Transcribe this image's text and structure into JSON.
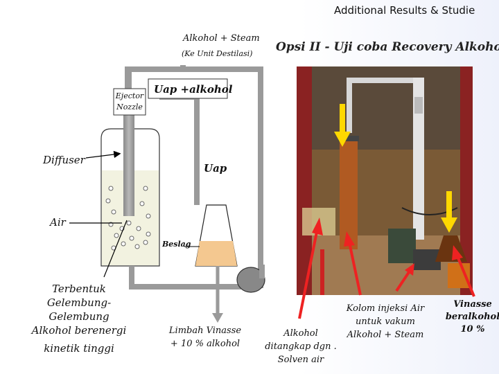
{
  "title": "Additional Results & Studie",
  "subtitle": "Opsi II -  Uji coba Recovery Alkohol",
  "labels": {
    "alkohol_steam": "Alkohol + Steam",
    "ke_unit": "(Ke Unit Destilasi)",
    "ejector_line1": "Ejector",
    "ejector_line2": "Nozzle",
    "uap_alkohol": "Uap +alkohol",
    "diffuser": "Diffuser",
    "uap": "Uap",
    "air": "Air",
    "beslag": "Beslag",
    "terbentuk": [
      "Terbentuk",
      "Gelembung-",
      "Gelembung",
      "Alkohol berenergi",
      "kinetik tinggi"
    ],
    "limbah": [
      "Limbah Vinasse",
      "+ 10 % alkohol"
    ],
    "alkohol_ditangkap": [
      "Alkohol",
      "ditangkap dgn .",
      "Solven  air"
    ],
    "kolom": [
      "Kolom injeksi Air",
      "untuk vakum",
      "Alkohol + Steam"
    ],
    "vinasse": [
      "Vinasse",
      "beralkohol",
      "10 %"
    ]
  },
  "colors": {
    "pipe": "#9a9a9a",
    "liquid": "#f2f2e0",
    "mash": "#f4c890",
    "arrow_red": "#ee2222",
    "arrow_yellow": "#ffd800",
    "photo_bg": "#6b4a2e"
  }
}
